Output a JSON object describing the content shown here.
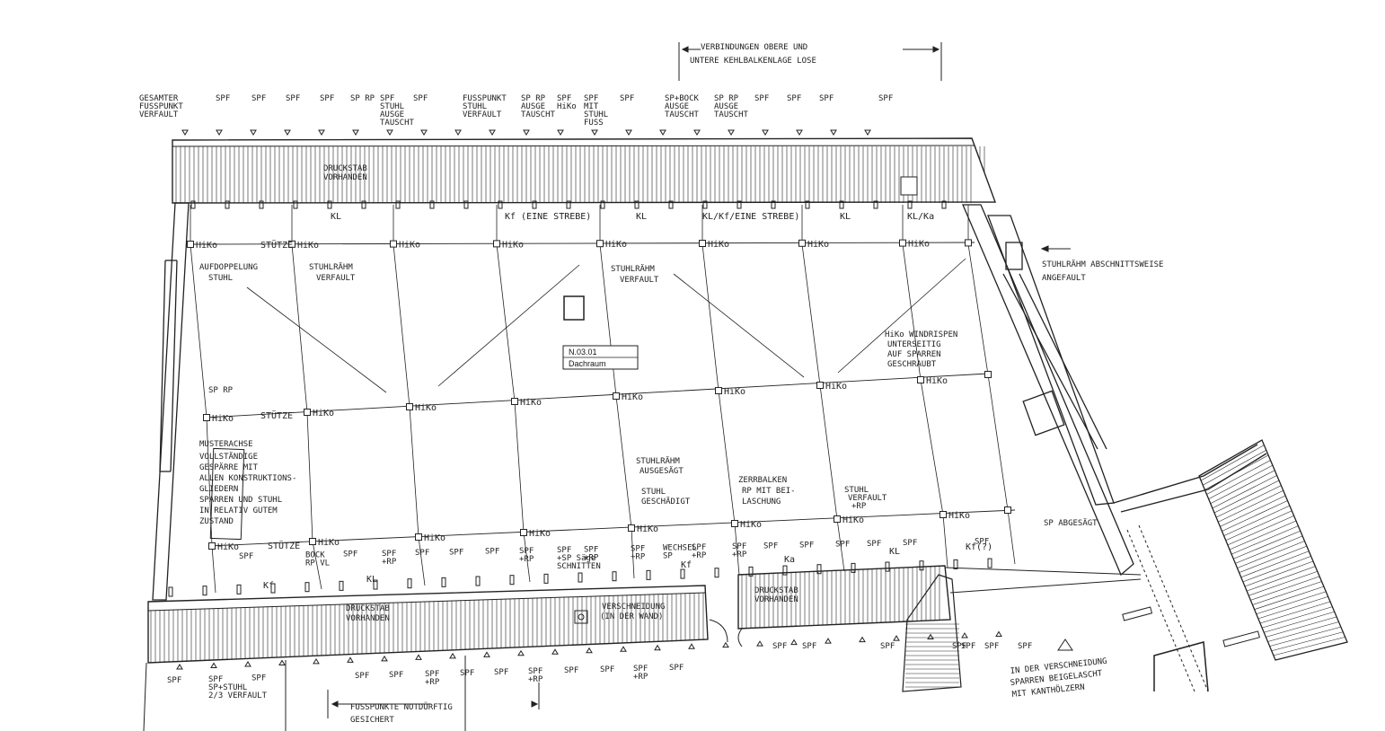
{
  "top_notes": {
    "connections": [
      "VERBINDUNGEN OBERE UND",
      "UNTERE KEHLBALKENLAGE LOSE"
    ]
  },
  "top_rafter_notes": [
    [
      "GESAMTER",
      "FUSSPUNKT",
      "VERFAULT"
    ],
    [
      "SPF"
    ],
    [
      "SPF"
    ],
    [
      "SPF"
    ],
    [
      "SPF"
    ],
    [
      "SP RP"
    ],
    [
      "SPF",
      "STUHL",
      "AUSGE",
      "TAUSCHT"
    ],
    [
      "SPF"
    ],
    [
      "FUSSPUNKT",
      "STUHL",
      "VERFAULT"
    ],
    [
      "SP RP",
      "AUSGE",
      "TAUSCHT"
    ],
    [
      "SPF",
      "HiKo"
    ],
    [
      "SPF",
      "MIT",
      "STUHL",
      "FUSS"
    ],
    [
      "SPF"
    ],
    [
      "SP+BOCK",
      "AUSGE",
      "TAUSCHT"
    ],
    [
      "SP RP",
      "AUSGE",
      "TAUSCHT"
    ],
    [
      "SPF"
    ],
    [
      "SPF"
    ],
    [
      "SPF"
    ],
    [
      "SPF"
    ]
  ],
  "top_band_labels": [
    "KL",
    "Kf (EINE STREBE)",
    "KL",
    "KL/Kf/EINE STREBE)",
    "KL",
    "KL/Ka"
  ],
  "plan_notes": {
    "druckstab_top": [
      "DRUCKSTAB",
      "VORHANDEN"
    ],
    "aufdoppelung": [
      "AUFDOPPELUNG",
      "STUHL"
    ],
    "stuhlraehm_left": [
      "STUHLRÄHM",
      "VERFAULT"
    ],
    "stuhlraehm_mid": [
      "STUHLRÄHM",
      "VERFAULT"
    ],
    "stuhlraehm_right": [
      "STUHLRÄHM ABSCHNITTSWEISE",
      "ANGEFAULT"
    ],
    "hiko_windrispen": [
      "HiKo WINDRISPEN",
      "UNTERSEITIG",
      "AUF SPARREN",
      "GESCHRAUBT"
    ],
    "sprp_left": "SP RP",
    "musterachse": [
      "MUSTERACHSE",
      "VOLLSTÄNDIGE",
      "GESPÄRRE MIT",
      "ALLEN KONSTRUKTIONS-",
      "GLIEDERN",
      "SPARREN UND STUHL",
      "IN RELATIV GUTEM",
      "ZUSTAND"
    ],
    "stuhlraehm_ausgesaegt": [
      "STUHLRÄHM",
      "AUSGESÄGT"
    ],
    "stuhl_geschaedigt": [
      "STUHL",
      "GESCHÄDIGT"
    ],
    "zerrbalken": [
      "ZERRBALKEN",
      "RP MIT BEI-",
      "LASCHUNG"
    ],
    "stuhl_verfault_rp": [
      "STUHL",
      "VERFAULT",
      "+RP"
    ],
    "druckstab_bottom_left": [
      "DRUCKSTAB",
      "VORHANDEN"
    ],
    "druckstab_bottom_right": [
      "DRUCKSTAB",
      "VORHANDEN"
    ],
    "verschneidung_wand": [
      "VERSCHNEIDUNG",
      "(IN DER WAND)"
    ],
    "sp_abgesaegt": "SP ABGESÄGT"
  },
  "beam_labels": {
    "hiko": "HiKo",
    "stuetze": "STÜTZE",
    "kf": "Kf",
    "kl": "KL",
    "ka": "Ka",
    "kl_q": "Kf(?)"
  },
  "room": {
    "number": "N.03.01",
    "name": "Dachraum"
  },
  "lower_rafter_notes": [
    [
      "SPF"
    ],
    [
      "BOCK",
      "RP VL"
    ],
    [
      "SPF"
    ],
    [
      "SPF",
      "+RP"
    ],
    [
      "SPF"
    ],
    [
      "SPF"
    ],
    [
      "SPF"
    ],
    [
      "SPF",
      "+RP"
    ],
    [
      "SPF",
      "+SP Säge",
      "SCHNITTEN"
    ],
    [
      "SPF",
      "+RP"
    ],
    [
      "SPF",
      "+RP"
    ],
    [
      "WECHSEL",
      "SP"
    ],
    [
      "SPF",
      "+RP"
    ],
    [
      "SPF",
      "+RP"
    ],
    [
      "SPF"
    ],
    [
      "SPF"
    ],
    [
      "SPF"
    ],
    [
      "SPF"
    ],
    [
      "SPF"
    ],
    [
      "SPF"
    ]
  ],
  "bottom_rafter_notes": [
    [
      "SPF"
    ],
    [
      "SPF",
      "SP+STUHL",
      "2/3 VERFAULT"
    ],
    [
      "SPF"
    ],
    [
      "SPF"
    ],
    [
      "SPF"
    ],
    [
      "SPF",
      "+RP"
    ],
    [
      "SPF"
    ],
    [
      "SPF"
    ],
    [
      "SPF",
      "+RP"
    ],
    [
      "SPF"
    ],
    [
      "SPF"
    ],
    [
      "SPF",
      "+RP"
    ],
    [
      "SPF"
    ],
    [
      "SPF"
    ],
    [
      "SPF"
    ],
    [
      "SPF"
    ],
    [
      "SPF"
    ],
    [
      "SPF"
    ],
    [
      "SPF"
    ],
    [
      "SPF"
    ]
  ],
  "bottom_notes": {
    "fusspunkte": [
      "FUSSPUNKTE NOTDÜRFTIG",
      "GESICHERT"
    ],
    "verschneidung": [
      "IN DER VERSCHNEIDUNG",
      "SPARREN BEIGELASCHT",
      "MIT KANTHÖLZERN"
    ]
  }
}
